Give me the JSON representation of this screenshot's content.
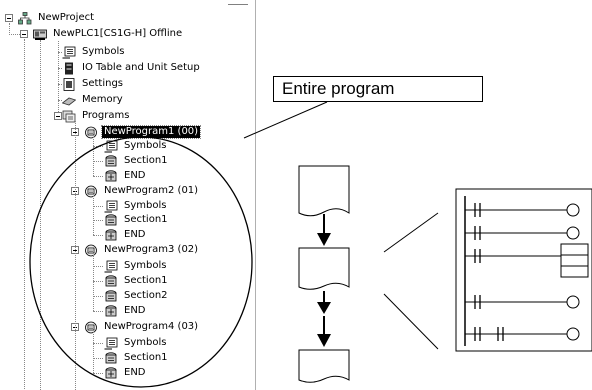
{
  "tree": {
    "root": "NewProject",
    "plc": "NewPLC1[CS1G-H] Offline",
    "plc_items": [
      "Symbols",
      "IO Table and Unit Setup",
      "Settings",
      "Memory"
    ],
    "programs_label": "Programs",
    "programs": [
      {
        "label": "NewProgram1 (00)",
        "selected": true,
        "children": [
          "Symbols",
          "Section1",
          "END"
        ]
      },
      {
        "label": "NewProgram2 (01)",
        "selected": false,
        "children": [
          "Symbols",
          "Section1",
          "END"
        ]
      },
      {
        "label": "NewProgram3 (02)",
        "selected": false,
        "children": [
          "Symbols",
          "Section1",
          "Section2",
          "END"
        ]
      },
      {
        "label": "NewProgram4 (03)",
        "selected": false,
        "children": [
          "Symbols",
          "Section1",
          "END"
        ]
      }
    ]
  },
  "callout": {
    "label": "Entire program"
  },
  "ladder_rungs": [
    {
      "contacts": 1,
      "output": "coil"
    },
    {
      "contacts": 1,
      "output": "coil"
    },
    {
      "contacts": 1,
      "output": "block"
    },
    {
      "contacts": 1,
      "output": "coil"
    },
    {
      "contacts": 2,
      "output": "coil"
    }
  ],
  "icons": {
    "project": "project-icon",
    "plc": "plc-icon",
    "symbols": "symbols-icon",
    "io_table": "io-table-icon",
    "settings": "settings-icon",
    "memory": "memory-icon",
    "programs": "programs-folder-icon",
    "program": "program-icon",
    "section": "section-icon",
    "end": "end-icon"
  }
}
